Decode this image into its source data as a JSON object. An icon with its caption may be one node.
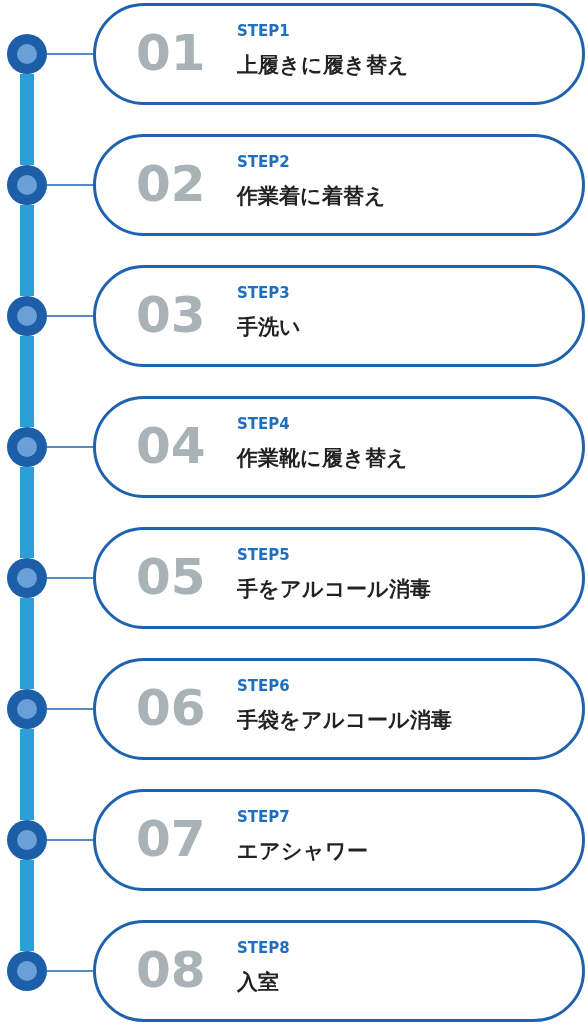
{
  "diagram": {
    "nodes": [
      {
        "text": [],
        "shape": "circle"
      },
      {
        "text": [
          "01",
          "STEP1",
          "上履きに履き替え"
        ]
      },
      {
        "text": [],
        "shape": "circle"
      },
      {
        "text": [
          "02",
          "STEP2",
          "作業着に着替え"
        ]
      },
      {
        "text": [],
        "shape": "circle"
      },
      {
        "text": [
          "03",
          "STEP3",
          "手洗い"
        ]
      },
      {
        "text": [],
        "shape": "circle"
      },
      {
        "text": [
          "04",
          "STEP4",
          "作業靴に履き替え"
        ]
      },
      {
        "text": [],
        "shape": "circle"
      },
      {
        "text": [
          "05",
          "STEP5",
          "手をアルコール消毒"
        ]
      },
      {
        "text": [],
        "shape": "circle"
      },
      {
        "text": [
          "06",
          "STEP6",
          "手袋をアルコール消毒"
        ]
      },
      {
        "text": [],
        "shape": "circle"
      },
      {
        "text": [
          "07",
          "STEP7",
          "エアシャワー"
        ]
      },
      {
        "text": [],
        "shape": "circle"
      },
      {
        "text": [
          "08",
          "STEP8",
          "入室"
        ]
      }
    ],
    "edges": [
      {
        "from": 0,
        "to": 1,
        "arrow": "none"
      },
      {
        "from": 2,
        "to": 3,
        "arrow": "none"
      },
      {
        "from": 4,
        "to": 5,
        "arrow": "none"
      },
      {
        "from": 6,
        "to": 7,
        "arrow": "none"
      },
      {
        "from": 8,
        "to": 9,
        "arrow": "none"
      },
      {
        "from": 10,
        "to": 11,
        "arrow": "none"
      },
      {
        "from": 12,
        "to": 13,
        "arrow": "none"
      },
      {
        "from": 14,
        "to": 15,
        "arrow": "none"
      },
      {
        "from": 0,
        "to": 2,
        "arrow": "none",
        "style": "thick",
        "color": "#2ba0d8"
      },
      {
        "from": 2,
        "to": 4,
        "arrow": "none",
        "style": "thick",
        "color": "#2ba0d8"
      },
      {
        "from": 4,
        "to": 6,
        "arrow": "none",
        "style": "thick",
        "color": "#2ba0d8"
      },
      {
        "from": 6,
        "to": 8,
        "arrow": "none",
        "style": "thick",
        "color": "#2ba0d8"
      },
      {
        "from": 8,
        "to": 10,
        "arrow": "none",
        "style": "thick",
        "color": "#2ba0d8"
      },
      {
        "from": 10,
        "to": 12,
        "arrow": "none",
        "style": "thick",
        "color": "#2ba0d8"
      },
      {
        "from": 12,
        "to": 14,
        "arrow": "none",
        "style": "thick",
        "color": "#2ba0d8"
      }
    ]
  }
}
